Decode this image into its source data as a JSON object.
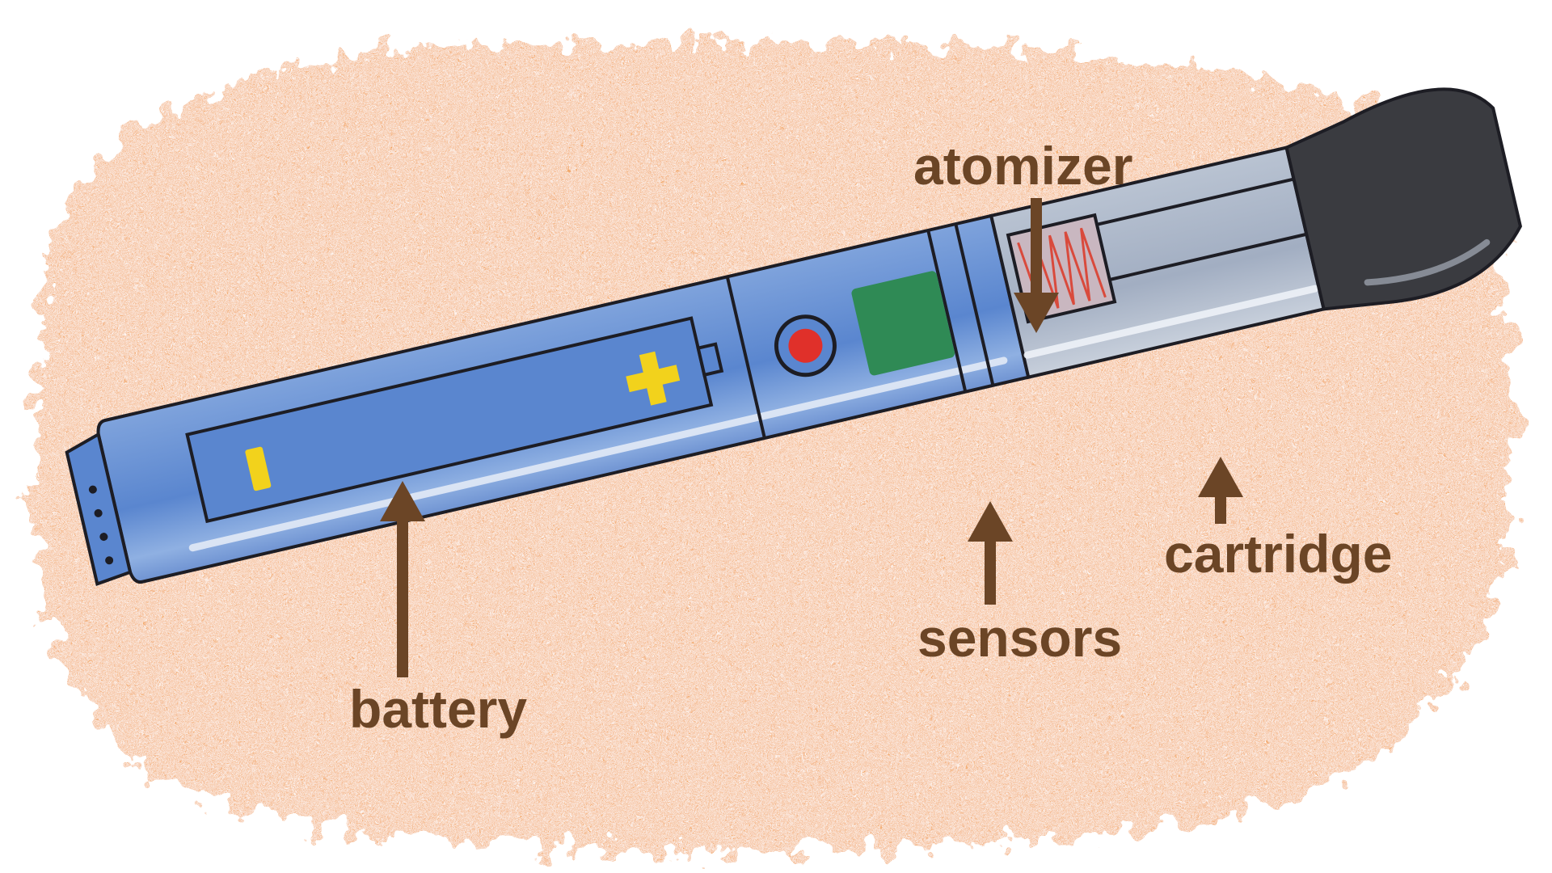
{
  "colors": {
    "background": "#ffffff",
    "wash": "#f2a152",
    "wash_light": "#f7c391",
    "body_blue": "#5a86cf",
    "body_blue_light": "#8fb0e2",
    "cartridge_gray": "#a6b2c4",
    "mouthpiece": "#3a3b40",
    "outline": "#1d1d24",
    "battery_mark": "#f2d21c",
    "button_red": "#e0302a",
    "chip_green": "#2f8a55",
    "coil_red": "#d94a3c",
    "label_brown": "#6b4526"
  },
  "labels": {
    "battery": "battery",
    "sensors": "sensors",
    "atomizer": "atomizer",
    "cartridge": "cartridge"
  }
}
